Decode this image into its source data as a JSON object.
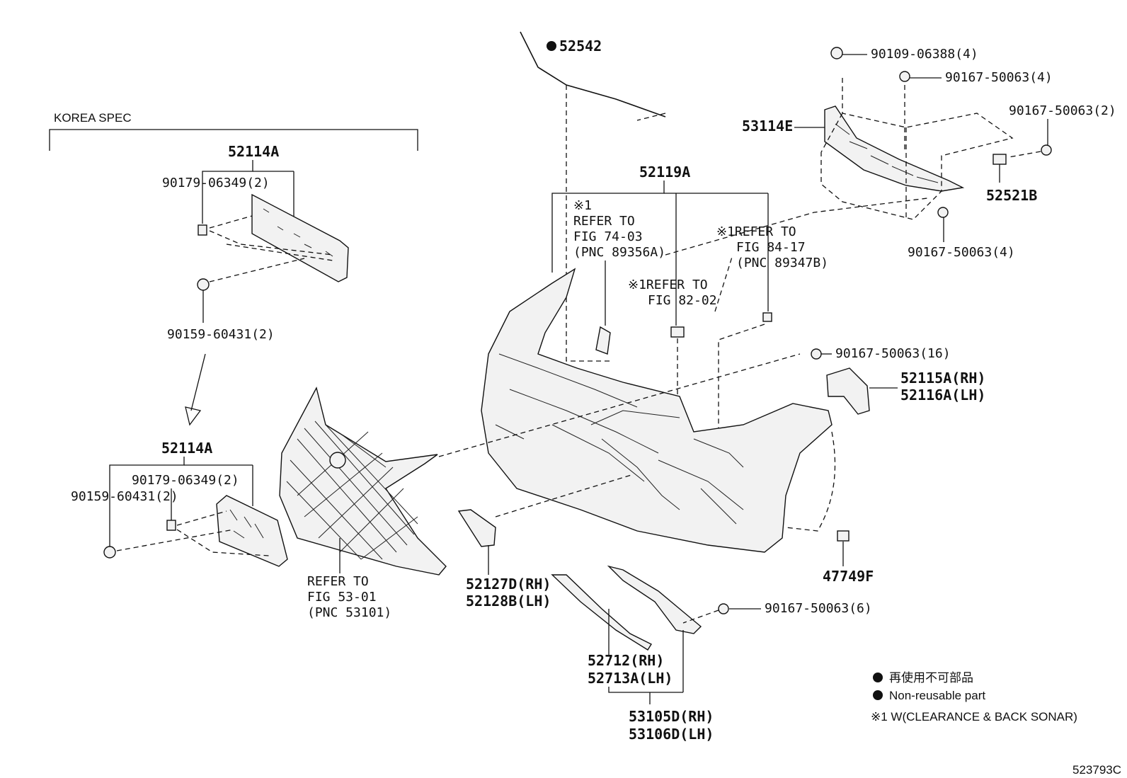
{
  "korea_spec": "KOREA SPEC",
  "labels": {
    "p52542": "52542",
    "p90109_06388": "90109-06388(4)",
    "p90167_50063_4a": "90167-50063(4)",
    "p90167_50063_2": "90167-50063(2)",
    "p53114E": "53114E",
    "p52521B": "52521B",
    "p90167_50063_4b": "90167-50063(4)",
    "p52119A": "52119A",
    "ref1_l1": "※1",
    "ref1_l2": "REFER TO",
    "ref1_l3": "FIG 74-03",
    "ref1_l4": "(PNC 89356A)",
    "ref2_l1": "※1REFER TO",
    "ref2_l2": "FIG 84-17",
    "ref2_l3": "(PNC 89347B)",
    "ref3_l1": "※1REFER TO",
    "ref3_l2": "FIG 82-02",
    "p90167_50063_16": "90167-50063(16)",
    "p52115A": "52115A(RH)",
    "p52116A": "52116A(LH)",
    "p52114A_top": "52114A",
    "p90179_06349_top": "90179-06349(2)",
    "p90159_60431_top": "90159-60431(2)",
    "p52114A_bot": "52114A",
    "p90179_06349_bot": "90179-06349(2)",
    "p90159_60431_bot": "90159-60431(2)",
    "grille_ref_l1": "REFER TO",
    "grille_ref_l2": "FIG 53-01",
    "grille_ref_l3": "(PNC 53101)",
    "p52127D": "52127D(RH)",
    "p52128B": "52128B(LH)",
    "p47749F": "47749F",
    "p90167_50063_6": "90167-50063(6)",
    "p52712": "52712(RH)",
    "p52713A": "52713A(LH)",
    "p53105D": "53105D(RH)",
    "p53106D": "53106D(LH)"
  },
  "legend": {
    "item1": "再使用不可部品",
    "item2": "Non-reusable part",
    "note": "※1 W(CLEARANCE & BACK SONAR)"
  },
  "figure_id": "523793C"
}
